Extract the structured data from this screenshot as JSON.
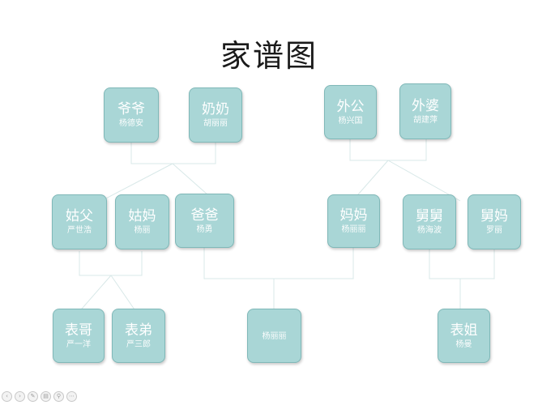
{
  "title": "家谱图",
  "nodes": {
    "grandpa": {
      "role": "爷爷",
      "person": "杨德安"
    },
    "grandma": {
      "role": "奶奶",
      "person": "胡丽丽"
    },
    "maternal_grandpa": {
      "role": "外公",
      "person": "杨兴国"
    },
    "maternal_grandma": {
      "role": "外婆",
      "person": "胡建萍"
    },
    "uncle_in_law": {
      "role": "姑父",
      "person": "严世浩"
    },
    "aunt": {
      "role": "姑妈",
      "person": "杨丽"
    },
    "dad": {
      "role": "爸爸",
      "person": "杨勇"
    },
    "mom": {
      "role": "妈妈",
      "person": "杨丽丽"
    },
    "maternal_uncle": {
      "role": "舅舅",
      "person": "杨海波"
    },
    "maternal_aunt": {
      "role": "舅妈",
      "person": "罗丽"
    },
    "cousin_elder": {
      "role": "表哥",
      "person": "严一洋"
    },
    "cousin_younger": {
      "role": "表弟",
      "person": "严三郎"
    },
    "self": {
      "role": "",
      "person": "杨丽丽"
    },
    "cousin_sister": {
      "role": "表姐",
      "person": "杨曼"
    }
  },
  "toolbar_icons": [
    "previous-icon",
    "next-icon",
    "pen-icon",
    "slides-icon",
    "zoom-icon",
    "more-icon"
  ],
  "colors": {
    "node_fill": "#a9d6d6",
    "node_border": "#7fb8b8",
    "line": "#d8e8e8"
  }
}
